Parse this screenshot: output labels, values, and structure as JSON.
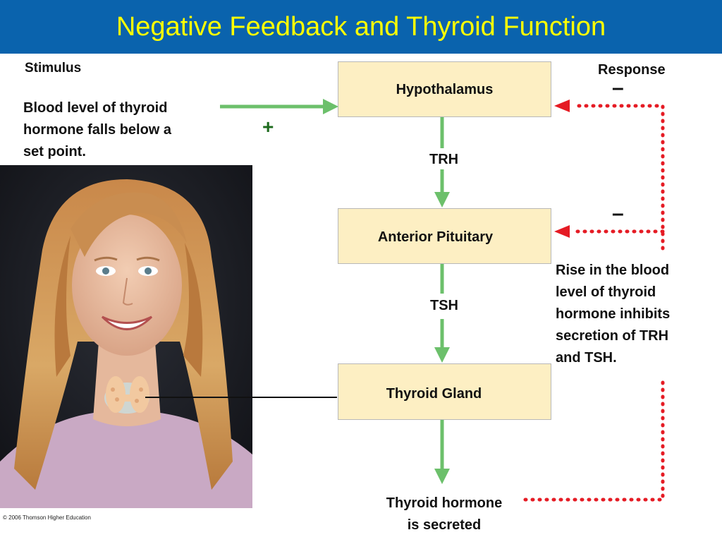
{
  "slide": {
    "title": "Negative Feedback and Thyroid Function",
    "stimulus_label": "Stimulus",
    "stimulus_text": [
      "Blood level of thyroid",
      "hormone falls below a",
      "set point."
    ],
    "plus_sign": "+",
    "response_label": "Response",
    "minus_signs": [
      "–",
      "–"
    ],
    "boxes": {
      "hypothalamus": "Hypothalamus",
      "anterior_pituitary": "Anterior Pituitary",
      "thyroid_gland": "Thyroid Gland"
    },
    "hormones": {
      "trh": "TRH",
      "tsh": "TSH"
    },
    "output_text": [
      "Thyroid hormone",
      "is secreted"
    ],
    "response_text": [
      "Rise in the blood",
      "level of thyroid",
      "hormone inhibits",
      "secretion of TRH",
      "and TSH."
    ],
    "copyright": "© 2006 Thomson Higher Education"
  },
  "colors": {
    "title_bar": "#0a63ad",
    "title_text": "#ffff00",
    "box_fill": "#fdefc3",
    "green_arrow": "#6cc06b",
    "red_dotted": "#e51b24",
    "red_label": "#e60000"
  }
}
